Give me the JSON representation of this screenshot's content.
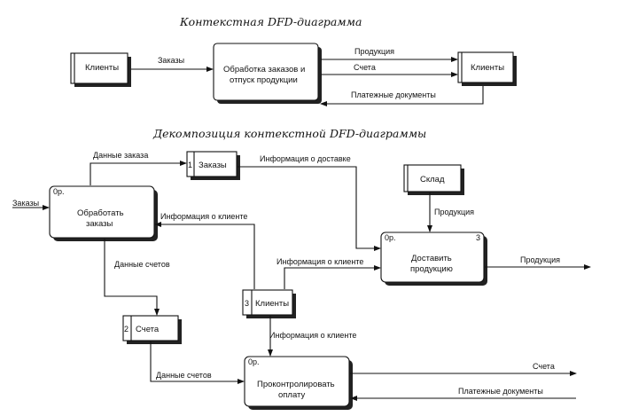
{
  "titles": {
    "context": "Контекстная DFD-диаграмма",
    "decomposition": "Декомпозиция контекстной DFD-диаграммы"
  },
  "context": {
    "clients_left": "Клиенты",
    "process": [
      "Обработка заказов и",
      "отпуск продукции"
    ],
    "clients_right": "Клиенты",
    "flow_orders": "Заказы",
    "flow_products": "Продукция",
    "flow_invoices": "Счета",
    "flow_payments": "Платежные документы"
  },
  "decomposition": {
    "process_orders": [
      "Обработать",
      "заказы"
    ],
    "process_orders_corner": "0р.",
    "process_deliver": [
      "Доставить",
      "продукцию"
    ],
    "process_deliver_corner": "0р.",
    "process_deliver_num": "3",
    "process_control": [
      "Проконтролировать",
      "оплату"
    ],
    "process_control_corner": "0р.",
    "store_orders_num": "1",
    "store_orders": "Заказы",
    "store_invoices_num": "2",
    "store_invoices": "Счета",
    "store_clients_num": "3",
    "store_clients": "Клиенты",
    "entity_warehouse": "Склад",
    "flow_orders_in": "Заказы",
    "flow_order_data": "Данные заказа",
    "flow_delivery_info": "Информация о доставке",
    "flow_client_info_1": "Информация о клиенте",
    "flow_invoice_data_1": "Данные счетов",
    "flow_client_info_2": "Информация о клиенте",
    "flow_products_in": "Продукция",
    "flow_products_out": "Продукция",
    "flow_client_info_3": "Информация о клиенте",
    "flow_invoice_data_2": "Данные счетов",
    "flow_invoices_out": "Счета",
    "flow_payments_in": "Платежные документы"
  }
}
